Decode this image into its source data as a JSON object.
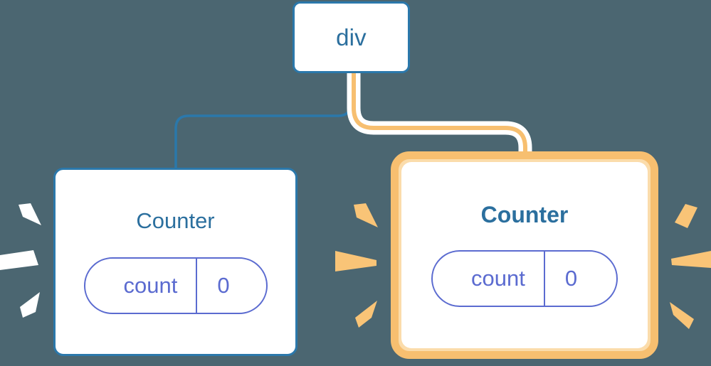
{
  "diagram": {
    "type": "component-tree",
    "title": "React component tree with re-render highlight",
    "background_color": "#4b6671"
  },
  "nodes": {
    "root": {
      "label": "div",
      "kind": "html-element",
      "border_color": "#2b78ab",
      "highlighted": false
    },
    "counter_left": {
      "label": "Counter",
      "kind": "component",
      "border_color": "#2b78ab",
      "highlighted": false,
      "ray_color": "#ffffff",
      "prop": {
        "name": "count",
        "value": "0",
        "color": "#5b6bd0"
      }
    },
    "counter_right": {
      "label": "Counter",
      "kind": "component",
      "border_color": "#f7bf70",
      "glow_color": "#fbdcab",
      "highlighted": true,
      "ray_color": "#f9c477",
      "prop": {
        "name": "count",
        "value": "0",
        "color": "#5b6bd0"
      }
    }
  },
  "edges": [
    {
      "id": "edge-root-to-left-counter",
      "from": "root",
      "to": "counter_left",
      "color": "#2b78ab",
      "highlighted": false
    },
    {
      "id": "edge-root-to-right-counter",
      "from": "root",
      "to": "counter_right",
      "color": "#f7bf70",
      "halo_color": "#ffffff",
      "highlighted": true
    }
  ],
  "colors": {
    "background": "#4b6671",
    "blue": "#2b78ab",
    "blue_text": "#2b6f9e",
    "amber": "#f7bf70",
    "amber_light": "#fbdcab",
    "amber_ray": "#f9c477",
    "indigo": "#5b6bd0",
    "white": "#ffffff"
  }
}
